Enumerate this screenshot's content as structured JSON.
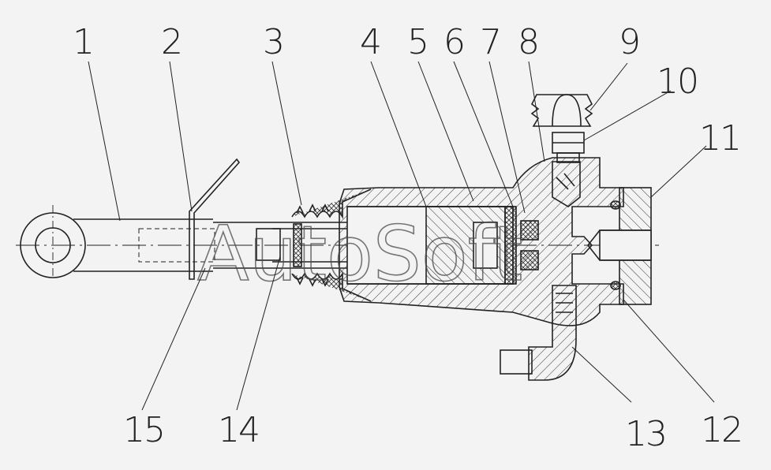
{
  "callouts": [
    {
      "id": "1",
      "label": "1"
    },
    {
      "id": "2",
      "label": "2"
    },
    {
      "id": "3",
      "label": "3"
    },
    {
      "id": "4",
      "label": "4"
    },
    {
      "id": "5",
      "label": "5"
    },
    {
      "id": "6",
      "label": "6"
    },
    {
      "id": "7",
      "label": "7"
    },
    {
      "id": "8",
      "label": "8"
    },
    {
      "id": "9",
      "label": "9"
    },
    {
      "id": "10",
      "label": "10"
    },
    {
      "id": "11",
      "label": "11"
    },
    {
      "id": "12",
      "label": "12"
    },
    {
      "id": "13",
      "label": "13"
    },
    {
      "id": "14",
      "label": "14"
    },
    {
      "id": "15",
      "label": "15"
    }
  ],
  "watermark": {
    "text": "AutoSoft"
  },
  "colors": {
    "line": "#222222",
    "background": "#f3f3f3",
    "hatch": "#333333"
  }
}
